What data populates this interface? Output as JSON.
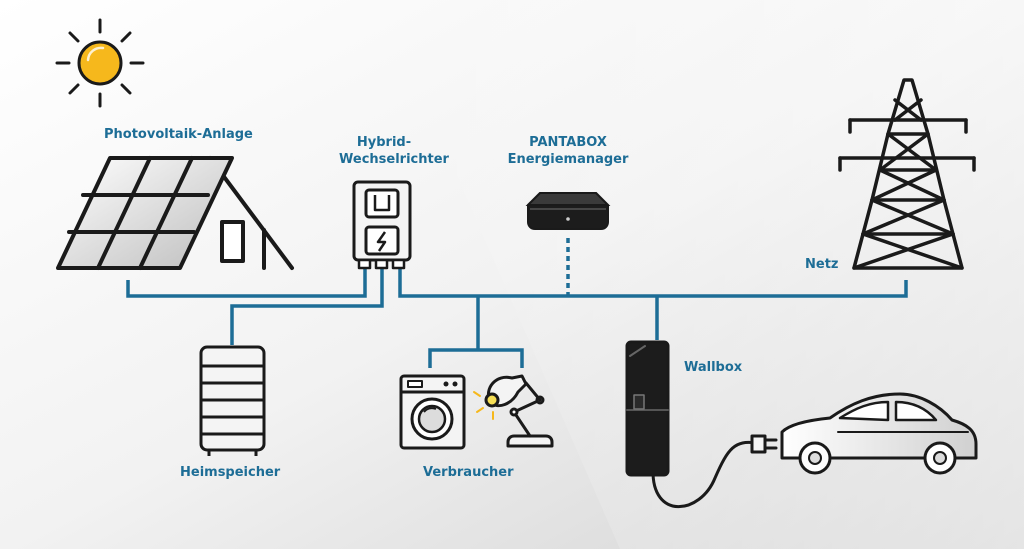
{
  "labels": {
    "photovoltaic": "Photovoltaik-Anlage",
    "inverter_line1": "Hybrid-",
    "inverter_line2": "Wechselrichter",
    "manager_line1": "PANTABOX",
    "manager_line2": "Energiemanager",
    "grid": "Netz",
    "wallbox": "Wallbox",
    "storage": "Heimspeicher",
    "consumers": "Verbraucher"
  },
  "colors": {
    "line": "#1d6d96",
    "label": "#1d6d96",
    "outline": "#1a1a1a",
    "sun": "#f6b81c",
    "background_light": "#ffffff",
    "background_dark": "#d4d4d4"
  },
  "icons": [
    "sun-icon",
    "solar-house-icon",
    "inverter-icon",
    "energy-manager-icon",
    "power-pylon-icon",
    "battery-storage-icon",
    "washing-machine-icon",
    "desk-lamp-icon",
    "wallbox-icon",
    "car-icon"
  ]
}
